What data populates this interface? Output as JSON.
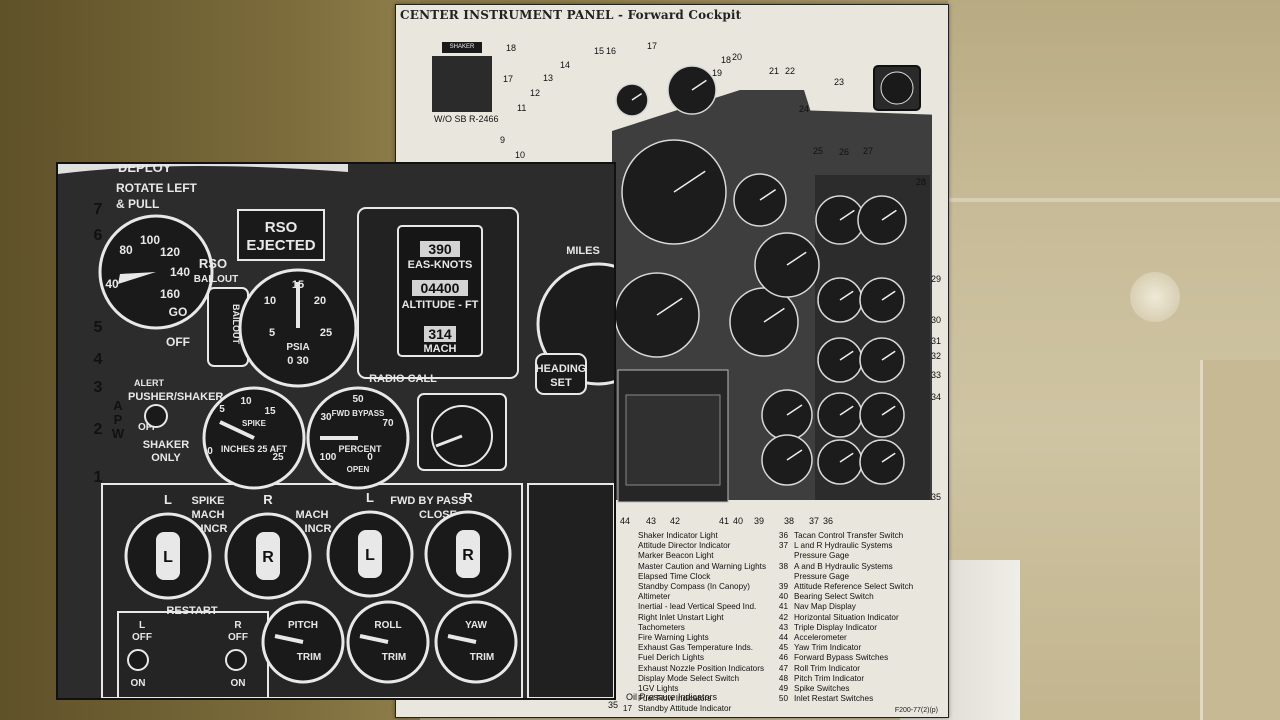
{
  "document": {
    "title": "CENTER INSTRUMENT PANEL - Forward Cockpit",
    "shaker_label": "SHAKER",
    "wo_label": "W/O SB R-2466",
    "footer_code": "F200-77(2)(p)",
    "top_callouts": [
      "18",
      "17",
      "13",
      "14",
      "12",
      "11",
      "9",
      "10",
      "15",
      "16",
      "17",
      "18",
      "20",
      "19",
      "21",
      "22",
      "24",
      "23",
      "25",
      "26",
      "27",
      "28",
      "29",
      "30",
      "31",
      "32",
      "33",
      "34",
      "35"
    ],
    "bottom_callouts": [
      "44",
      "43",
      "42",
      "41",
      "40",
      "39",
      "38",
      "37",
      "36"
    ]
  },
  "legend_left": [
    {
      "num": "",
      "text": "Shaker Indicator Light"
    },
    {
      "num": "",
      "text": "Attitude Director Indicator"
    },
    {
      "num": "",
      "text": "Marker Beacon Light"
    },
    {
      "num": "",
      "text": "Master Caution and Warning Lights"
    },
    {
      "num": "",
      "text": "Elapsed Time Clock"
    },
    {
      "num": "",
      "text": "Standby Compass (In Canopy)"
    },
    {
      "num": "",
      "text": "Altimeter"
    },
    {
      "num": "",
      "text": "Inertial - lead Vertical Speed Ind."
    },
    {
      "num": "",
      "text": "Right Inlet Unstart Light"
    },
    {
      "num": "",
      "text": "Tachometers"
    },
    {
      "num": "",
      "text": "Fire Warning Lights"
    },
    {
      "num": "",
      "text": "Exhaust Gas Temperature Inds."
    },
    {
      "num": "",
      "text": "Fuel Derich Lights"
    },
    {
      "num": "",
      "text": "Exhaust Nozzle Position Indicators"
    },
    {
      "num": "",
      "text": "Display Mode Select Switch"
    },
    {
      "num": "",
      "text": "1GV Lights"
    },
    {
      "num": "",
      "text": "Fuel Flow Indicators"
    },
    {
      "num": "17",
      "text": "Standby Attitude Indicator"
    }
  ],
  "legend_mid": [
    {
      "num": "",
      "text": ""
    },
    {
      "num": "",
      "text": ""
    },
    {
      "num": "",
      "text": ""
    },
    {
      "num": "",
      "text": ""
    },
    {
      "num": "",
      "text": ""
    },
    {
      "num": "",
      "text": ""
    },
    {
      "num": "",
      "text": ""
    },
    {
      "num": "",
      "text": ""
    },
    {
      "num": "",
      "text": ""
    },
    {
      "num": "",
      "text": ""
    },
    {
      "num": "",
      "text": ""
    },
    {
      "num": "",
      "text": ""
    },
    {
      "num": "",
      "text": ""
    },
    {
      "num": "",
      "text": ""
    },
    {
      "num": "",
      "text": ""
    },
    {
      "num": "",
      "text": ""
    },
    {
      "num": "",
      "text": "Oil Pressure Indicators"
    },
    {
      "num": "35",
      "text": ""
    }
  ],
  "legend_right": [
    {
      "num": "36",
      "text": "Tacan Control Transfer Switch"
    },
    {
      "num": "37",
      "text": "L and R Hydraulic Systems"
    },
    {
      "num": "",
      "text": "Pressure Gage"
    },
    {
      "num": "38",
      "text": "A and B Hydraulic Systems"
    },
    {
      "num": "",
      "text": "Pressure Gage"
    },
    {
      "num": "39",
      "text": "Attitude Reference Select Switch"
    },
    {
      "num": "40",
      "text": "Bearing Select Switch"
    },
    {
      "num": "41",
      "text": "Nav Map Display"
    },
    {
      "num": "42",
      "text": "Horizontal Situation Indicator"
    },
    {
      "num": "43",
      "text": "Triple Display Indicator"
    },
    {
      "num": "44",
      "text": "Accelerometer"
    },
    {
      "num": "45",
      "text": "Yaw Trim Indicator"
    },
    {
      "num": "46",
      "text": "Forward Bypass Switches"
    },
    {
      "num": "47",
      "text": "Roll Trim Indicator"
    },
    {
      "num": "48",
      "text": "Pitch Trim Indicator"
    },
    {
      "num": "49",
      "text": "Spike Switches"
    },
    {
      "num": "50",
      "text": "Inlet Restart Switches"
    }
  ],
  "overlay": {
    "deploy_text": [
      "DEPLOY",
      "ROTATE LEFT",
      "& PULL"
    ],
    "side_numbers": [
      "7",
      "6",
      "5",
      "4",
      "3",
      "2",
      "1"
    ],
    "rso_ejected": [
      "RSO",
      "EJECTED"
    ],
    "rso_bailout": [
      "RSO",
      "BAILOUT"
    ],
    "bailout_vertical": "BAILOUT",
    "go_label": "GO",
    "off_label": "OFF",
    "alert_label": "ALERT",
    "pusher_shaker": "PUSHER/SHAKER",
    "shaker_only": [
      "SHAKER",
      "ONLY"
    ],
    "off_small": "OFF",
    "apw_letters": [
      "A",
      "P",
      "W"
    ],
    "psia_label": "PSIA",
    "eas_knots": "EAS-KNOTS",
    "eas_value": "390",
    "altitude_value": "04400",
    "altitude_label": "ALTITUDE - FT",
    "mach_value": "314",
    "mach_label": "MACH",
    "radio_call": "RADIO CALL",
    "heading_set": [
      "HEADING",
      "SET"
    ],
    "miles": "MILES",
    "spike_label": "SPIKE",
    "inches_aft": "INCHES 25 AFT",
    "fwd_bypass_label": "FWD BYPASS",
    "percent_label": "PERCENT",
    "open_label": "OPEN",
    "spike_mach_incr": [
      "SPIKE",
      "MACH",
      "INCR"
    ],
    "mach_incr": [
      "MACH",
      "INCR"
    ],
    "fwd_by_pass_close": [
      "FWD BY PASS",
      "CLOSE"
    ],
    "dial_letters": [
      "L",
      "R",
      "L",
      "R"
    ],
    "restart": "RESTART",
    "restart_l": [
      "L",
      "OFF",
      "ON"
    ],
    "restart_r": [
      "R",
      "OFF",
      "ON"
    ],
    "pitch_trim": [
      "PITCH",
      "TRIM"
    ],
    "roll_trim": [
      "ROLL",
      "TRIM"
    ],
    "yaw_trim": [
      "YAW",
      "TRIM"
    ],
    "speed_ticks": [
      "80",
      "100",
      "120",
      "140",
      "160",
      "40"
    ],
    "psia_ticks": [
      "10",
      "15",
      "20",
      "25",
      "5",
      "0 30"
    ],
    "spike_ticks": [
      "10",
      "15",
      "5",
      "0",
      "25"
    ],
    "bypass_ticks": [
      "50",
      "70",
      "30",
      "100",
      "0"
    ]
  }
}
